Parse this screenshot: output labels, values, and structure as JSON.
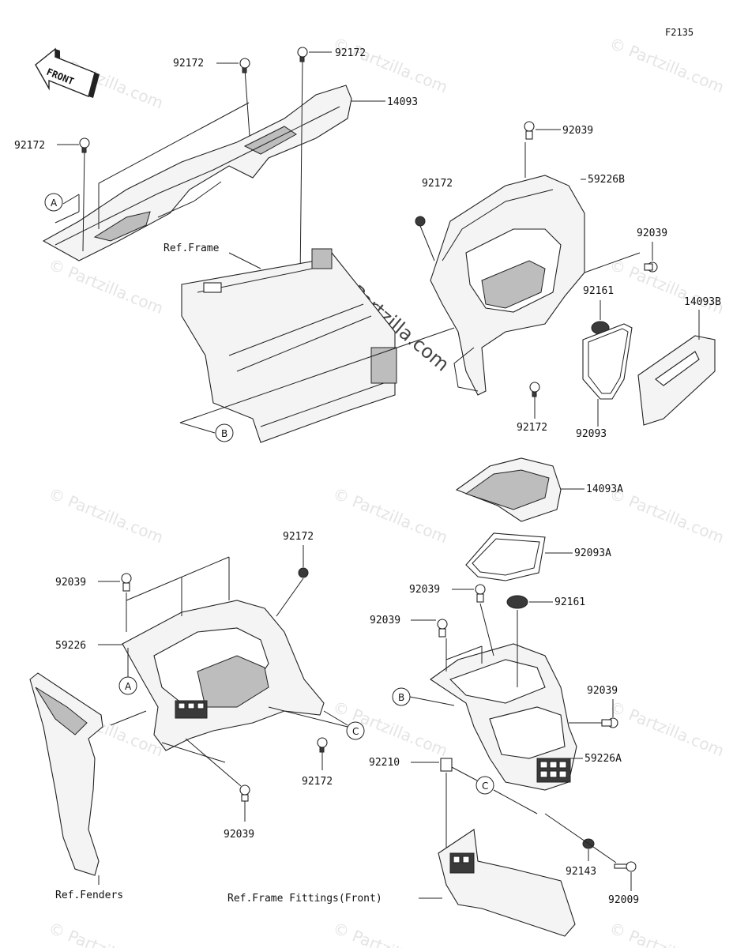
{
  "figure_code": "F2135",
  "front_arrow_label": "FRONT",
  "watermark": "© Partzilla.com",
  "parts": {
    "p14093": "14093",
    "p14093A": "14093A",
    "p14093B": "14093B",
    "p59226": "59226",
    "p59226A": "59226A",
    "p59226B": "59226B",
    "p92009": "92009",
    "p92039": "92039",
    "p92093": "92093",
    "p92093A": "92093A",
    "p92143": "92143",
    "p92161": "92161",
    "p92172": "92172",
    "p92210": "92210"
  },
  "references": {
    "frame": "Ref.Frame",
    "fenders": "Ref.Fenders",
    "frame_fittings": "Ref.Frame Fittings(Front)"
  },
  "callouts": {
    "a": "A",
    "b": "B",
    "c": "C"
  }
}
